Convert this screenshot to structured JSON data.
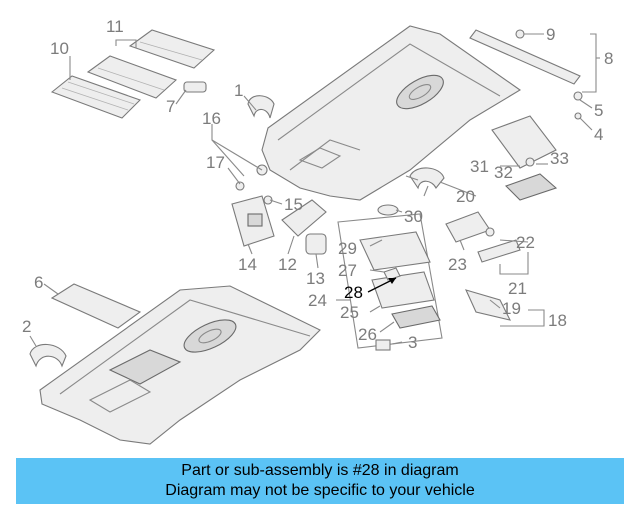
{
  "diagram": {
    "callouts": [
      "1",
      "2",
      "3",
      "4",
      "5",
      "6",
      "7",
      "8",
      "9",
      "10",
      "11",
      "12",
      "13",
      "14",
      "15",
      "16",
      "17",
      "18",
      "19",
      "20",
      "21",
      "22",
      "23",
      "24",
      "25",
      "26",
      "27",
      "28",
      "29",
      "30",
      "31",
      "32",
      "33"
    ],
    "highlighted_callout": "28",
    "colors": {
      "line": "#8a8a8a",
      "highlight": "#000000",
      "banner": "#5bc3f5"
    }
  },
  "footer": {
    "line1": "Part or sub-assembly is #28 in diagram",
    "line2": "Diagram may not be specific to your vehicle"
  }
}
